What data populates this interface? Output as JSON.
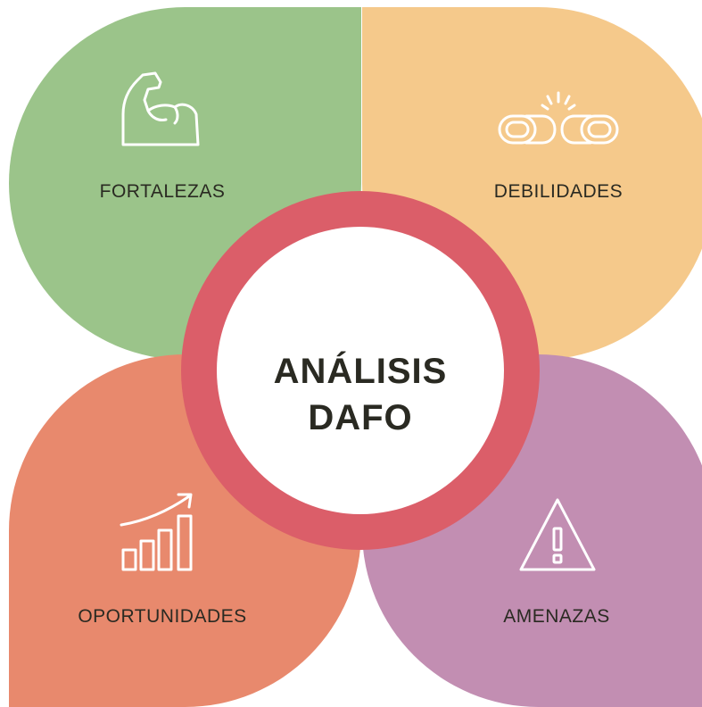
{
  "center": {
    "title_line1": "ANÁLISIS",
    "title_line2": "DAFO"
  },
  "quadrants": {
    "fortalezas": {
      "label": "FORTALEZAS",
      "icon": "flexed-arm-icon",
      "color": "#9bc48a"
    },
    "debilidades": {
      "label": "DEBILIDADES",
      "icon": "broken-chain-icon",
      "color": "#f5c98b"
    },
    "oportunidades": {
      "label": "OPORTUNIDADES",
      "icon": "growth-chart-icon",
      "color": "#e8896d"
    },
    "amenazas": {
      "label": "AMENAZAS",
      "icon": "warning-icon",
      "color": "#c28eb2"
    }
  },
  "ring_color": "#db5e69"
}
